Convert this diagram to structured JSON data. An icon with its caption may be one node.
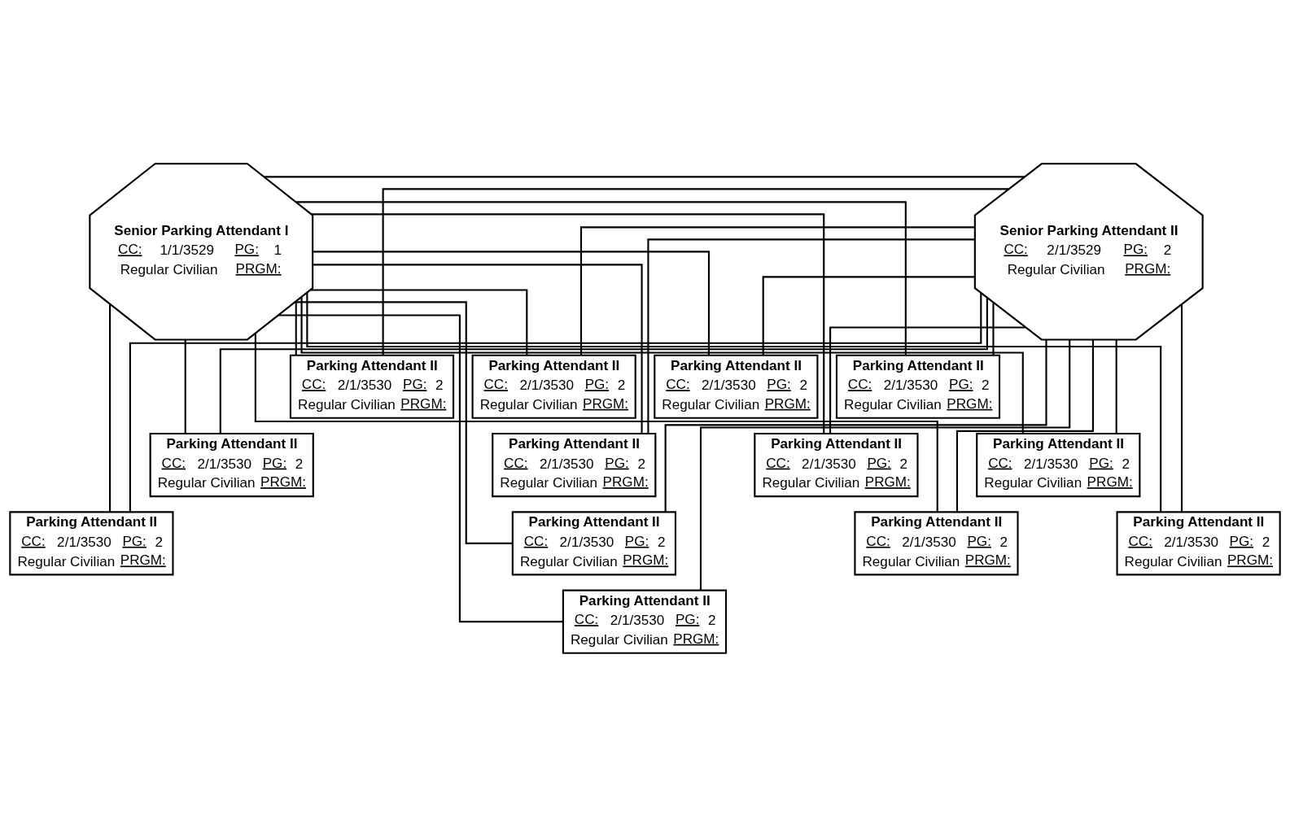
{
  "diagram": {
    "nodes": [
      {
        "text": [
          "Senior Parking Attendant I",
          "CC:",
          "1/1/3529",
          "PG:",
          "1",
          "Regular Civilian",
          "PRGM:"
        ]
      },
      {
        "text": [
          "Senior Parking Attendant II",
          "CC:",
          "2/1/3529",
          "PG:",
          "2",
          "Regular Civilian",
          "PRGM:"
        ]
      },
      {
        "text": [
          "Parking Attendant II",
          "CC:",
          "2/1/3530",
          "PG:",
          "2",
          "Regular Civilian",
          "PRGM:"
        ]
      },
      {
        "text": [
          "Parking Attendant II",
          "CC:",
          "2/1/3530",
          "PG:",
          "2",
          "Regular Civilian",
          "PRGM:"
        ]
      },
      {
        "text": [
          "Parking Attendant II",
          "CC:",
          "2/1/3530",
          "PG:",
          "2",
          "Regular Civilian",
          "PRGM:"
        ]
      },
      {
        "text": [
          "Parking Attendant II",
          "CC:",
          "2/1/3530",
          "PG:",
          "2",
          "Regular Civilian",
          "PRGM:"
        ]
      },
      {
        "text": [
          "Parking Attendant II",
          "CC:",
          "2/1/3530",
          "PG:",
          "2",
          "Regular Civilian",
          "PRGM:"
        ]
      },
      {
        "text": [
          "Parking Attendant II",
          "CC:",
          "2/1/3530",
          "PG:",
          "2",
          "Regular Civilian",
          "PRGM:"
        ]
      },
      {
        "text": [
          "Parking Attendant II",
          "CC:",
          "2/1/3530",
          "PG:",
          "2",
          "Regular Civilian",
          "PRGM:"
        ]
      },
      {
        "text": [
          "Parking Attendant II",
          "CC:",
          "2/1/3530",
          "PG:",
          "2",
          "Regular Civilian",
          "PRGM:"
        ]
      },
      {
        "text": [
          "Parking Attendant II",
          "CC:",
          "2/1/3530",
          "PG:",
          "2",
          "Regular Civilian",
          "PRGM:"
        ]
      },
      {
        "text": [
          "Parking Attendant II",
          "CC:",
          "2/1/3530",
          "PG:",
          "2",
          "Regular Civilian",
          "PRGM:"
        ]
      },
      {
        "text": [
          "Parking Attendant II",
          "CC:",
          "2/1/3530",
          "PG:",
          "2",
          "Regular Civilian",
          "PRGM:"
        ]
      },
      {
        "text": [
          "Parking Attendant II",
          "CC:",
          "2/1/3530",
          "PG:",
          "2",
          "Regular Civilian",
          "PRGM:"
        ]
      },
      {
        "text": [
          "Parking Attendant II",
          "CC:",
          "2/1/3530",
          "PG:",
          "2",
          "Regular Civilian",
          "PRGM:"
        ]
      }
    ],
    "edges": [
      {
        "from": 0,
        "to": 1,
        "arrow": "none"
      },
      {
        "from": 0,
        "to": 2,
        "arrow": "none"
      },
      {
        "from": 0,
        "to": 3,
        "arrow": "none"
      },
      {
        "from": 0,
        "to": 4,
        "arrow": "none"
      },
      {
        "from": 0,
        "to": 5,
        "arrow": "none"
      },
      {
        "from": 0,
        "to": 6,
        "arrow": "none"
      },
      {
        "from": 0,
        "to": 7,
        "arrow": "none"
      },
      {
        "from": 0,
        "to": 8,
        "arrow": "none"
      },
      {
        "from": 0,
        "to": 9,
        "arrow": "none"
      },
      {
        "from": 0,
        "to": 10,
        "arrow": "none"
      },
      {
        "from": 0,
        "to": 11,
        "arrow": "none"
      },
      {
        "from": 0,
        "to": 12,
        "arrow": "none"
      },
      {
        "from": 0,
        "to": 13,
        "arrow": "none"
      },
      {
        "from": 0,
        "to": 14,
        "arrow": "none"
      },
      {
        "from": 1,
        "to": 2,
        "arrow": "none"
      },
      {
        "from": 1,
        "to": 3,
        "arrow": "none"
      },
      {
        "from": 1,
        "to": 4,
        "arrow": "none"
      },
      {
        "from": 1,
        "to": 5,
        "arrow": "none"
      },
      {
        "from": 1,
        "to": 6,
        "arrow": "none"
      },
      {
        "from": 1,
        "to": 7,
        "arrow": "none"
      },
      {
        "from": 1,
        "to": 8,
        "arrow": "none"
      },
      {
        "from": 1,
        "to": 9,
        "arrow": "none"
      },
      {
        "from": 1,
        "to": 10,
        "arrow": "none"
      },
      {
        "from": 1,
        "to": 11,
        "arrow": "none"
      },
      {
        "from": 1,
        "to": 12,
        "arrow": "none"
      },
      {
        "from": 1,
        "to": 13,
        "arrow": "none"
      },
      {
        "from": 1,
        "to": 14,
        "arrow": "none"
      }
    ]
  }
}
